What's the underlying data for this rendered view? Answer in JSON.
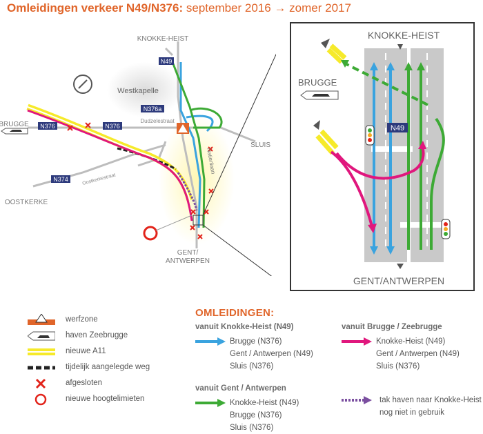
{
  "title": {
    "bold": "Omleidingen verkeer N49/N376:",
    "sub": "september 2016 → zomer 2017"
  },
  "map": {
    "places": {
      "knokke": "KNOKKE-HEIST",
      "westkapelle": "Westkapelle",
      "brugge": "BRUGGE",
      "sluis": "SLUIS",
      "oostkerke": "OOSTKERKE",
      "gent": "GENT/",
      "antwerpen": "ANTWERPEN"
    },
    "roads": {
      "n49": "N49",
      "n376a": "N376a",
      "n376_left": "N376",
      "n376_mid": "N376",
      "n374": "N374",
      "dudzele": "Dudzelestraat",
      "oostkerk": "Oostkerkestraat",
      "natienstraat": "Natienlaan"
    }
  },
  "inset": {
    "top": "KNOKKE-HEIST",
    "bottom": "GENT/ANTWERPEN",
    "left": "BRUGGE",
    "road": "N49"
  },
  "legend": [
    {
      "key": "werfzone",
      "label": "werfzone"
    },
    {
      "key": "haven",
      "label": "haven Zeebrugge"
    },
    {
      "key": "a11",
      "label": "nieuwe A11"
    },
    {
      "key": "tijdelijk",
      "label": "tijdelijk aangelegde weg"
    },
    {
      "key": "afgesloten",
      "label": "afgesloten"
    },
    {
      "key": "hoogte",
      "label": "nieuwe hoogtelimieten"
    }
  ],
  "omleidingen": {
    "header": "OMLEIDINGEN:",
    "knokke": {
      "title": "vanuit Knokke-Heist (N49)",
      "items": [
        "Brugge (N376)",
        "Gent / Antwerpen (N49)",
        "Sluis (N376)"
      ]
    },
    "brugge": {
      "title": "vanuit Brugge / Zeebrugge",
      "items": [
        "Knokke-Heist (N49)",
        "Gent / Antwerpen (N49)",
        "Sluis (N376)"
      ]
    },
    "gent": {
      "title": "vanuit Gent / Antwerpen",
      "items": [
        "Knokke-Heist (N49)",
        "Brugge (N376)",
        "Sluis (N376)"
      ]
    },
    "haventak": {
      "items": [
        "tak haven naar Knokke-Heist",
        "nog niet in gebruik"
      ]
    }
  },
  "colors": {
    "orange": "#e0652a",
    "blue": "#3aa3df",
    "green": "#3daa35",
    "magenta": "#e0177d",
    "purple": "#7b4fa0",
    "navy": "#2d3a7c",
    "yellow": "#f6ea2a",
    "red": "#e2231a"
  }
}
